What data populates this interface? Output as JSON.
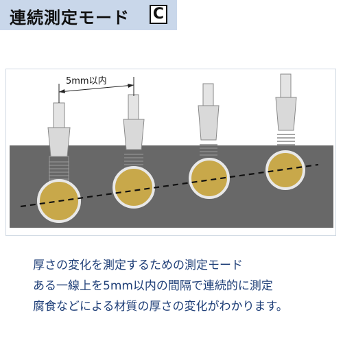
{
  "header": {
    "title": "連続測定モード",
    "mode_letter": "C"
  },
  "figure": {
    "spacing_label": "5mm以内",
    "colors": {
      "material": "#686868",
      "sensor_face": "#c8a84a",
      "probe_body": "#d8d8d8",
      "measurement_line": "#111111",
      "frame": "#cfd8e2"
    }
  },
  "caption": {
    "lines": [
      "厚さの変化を測定するための測定モード",
      "ある一線上を5mm以内の間隔で連続的に測定",
      "腐食などによる材質の厚さの変化がわかります。"
    ]
  }
}
